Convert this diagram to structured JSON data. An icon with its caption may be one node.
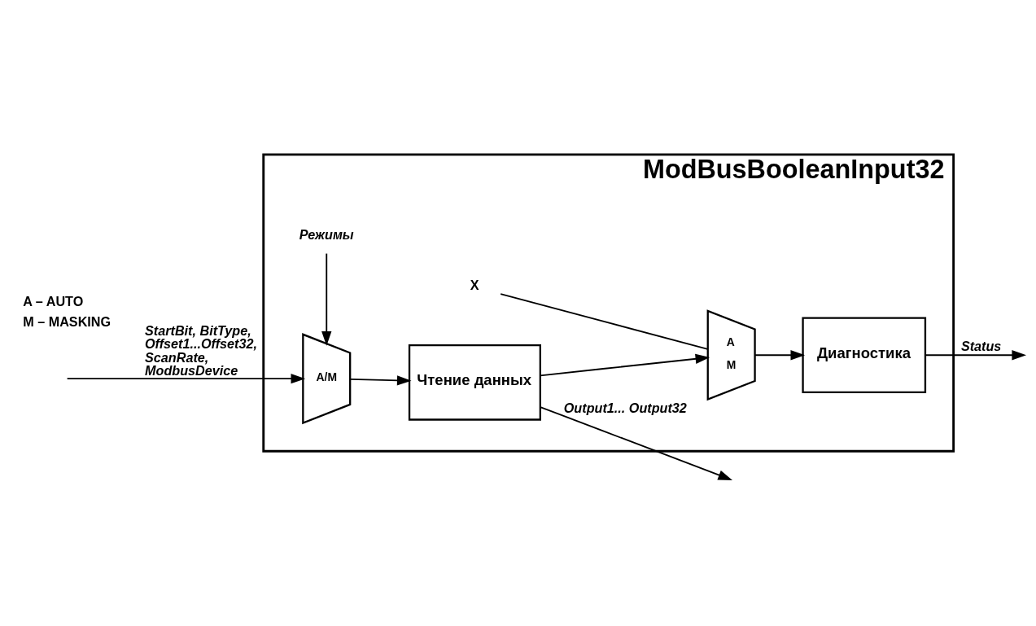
{
  "diagram": {
    "nodes": [
      {
        "text": [
          "ModBusBooleanInput32"
        ]
      },
      {
        "text": [
          "Режимы"
        ],
        "in": 0
      },
      {
        "text": [
          "A/M"
        ],
        "in": 0
      },
      {
        "text": [
          "Чтение данных"
        ],
        "in": 0
      },
      {
        "text": [
          "A",
          "M"
        ],
        "in": 0
      },
      {
        "text": [
          "X"
        ],
        "in": 0
      },
      {
        "text": [
          "Диагностика"
        ],
        "in": 0
      }
    ],
    "edges": [
      {
        "from": null,
        "to": 2,
        "arrow": "to",
        "label": "StartBit, BitType, Offset1...Offset32, ScanRate, ModbusDevice"
      },
      {
        "from": 1,
        "to": 2,
        "arrow": "to"
      },
      {
        "from": 2,
        "to": 3,
        "arrow": "to"
      },
      {
        "from": 3,
        "to": null,
        "arrow": "to",
        "label": "Output1... Output32"
      },
      {
        "from": 3,
        "to": 4,
        "arrow": "to"
      },
      {
        "from": 5,
        "to": 4,
        "arrow": "none"
      },
      {
        "from": 4,
        "to": 6,
        "arrow": "to"
      },
      {
        "from": 6,
        "to": null,
        "arrow": "to",
        "label": "Status"
      }
    ],
    "labels": [
      "A – AUTO",
      "M – MASKING"
    ]
  }
}
